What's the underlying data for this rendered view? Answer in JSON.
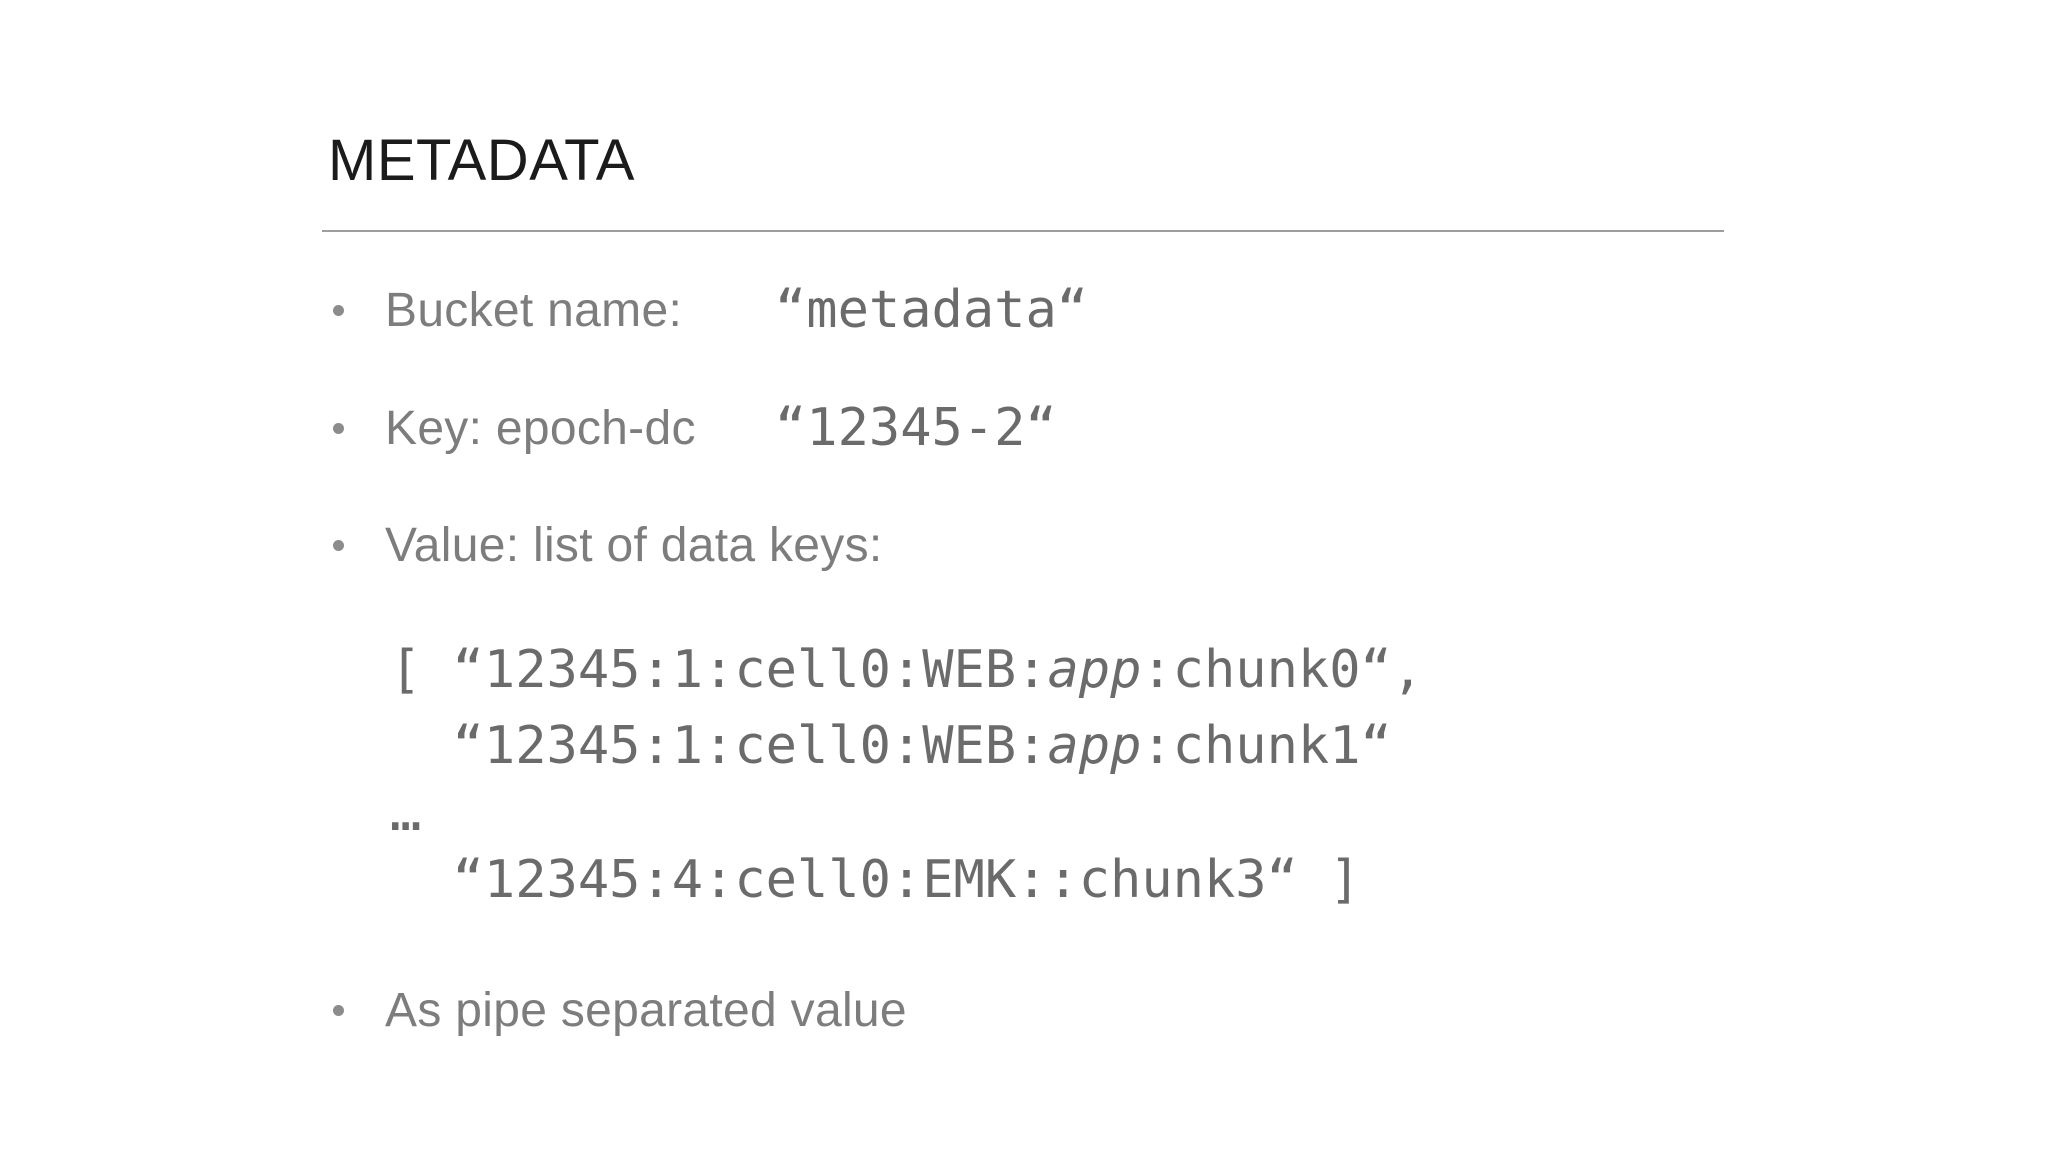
{
  "slide": {
    "title": "METADATA",
    "bullets": [
      {
        "label": "Bucket name:",
        "value": "“metadata“"
      },
      {
        "label": "Key: epoch-dc",
        "value": "“12345-2“"
      },
      {
        "label": "Value: list of data keys:"
      },
      {
        "label": "As pipe separated value"
      }
    ],
    "code": {
      "lines": [
        {
          "segments": [
            {
              "text": "[ “12345:1:cell0:WEB:"
            },
            {
              "text": "app",
              "italic": true
            },
            {
              "text": ":chunk0“,"
            }
          ]
        },
        {
          "segments": [
            {
              "text": "  “12345:1:cell0:WEB:"
            },
            {
              "text": "app",
              "italic": true
            },
            {
              "text": ":chunk1“"
            }
          ]
        },
        {
          "segments": [
            {
              "text": "…"
            }
          ]
        },
        {
          "segments": [
            {
              "text": "  “12345:4:cell0:EMK::chunk3“ ]"
            }
          ]
        }
      ]
    },
    "colors": {
      "title_text": "#1b1b1b",
      "body_text": "#7d7d7d",
      "mono_text": "#6b6b6b",
      "divider": "#9e9e9e",
      "bullet_dot": "#8c8c8c",
      "background": "#ffffff"
    }
  }
}
